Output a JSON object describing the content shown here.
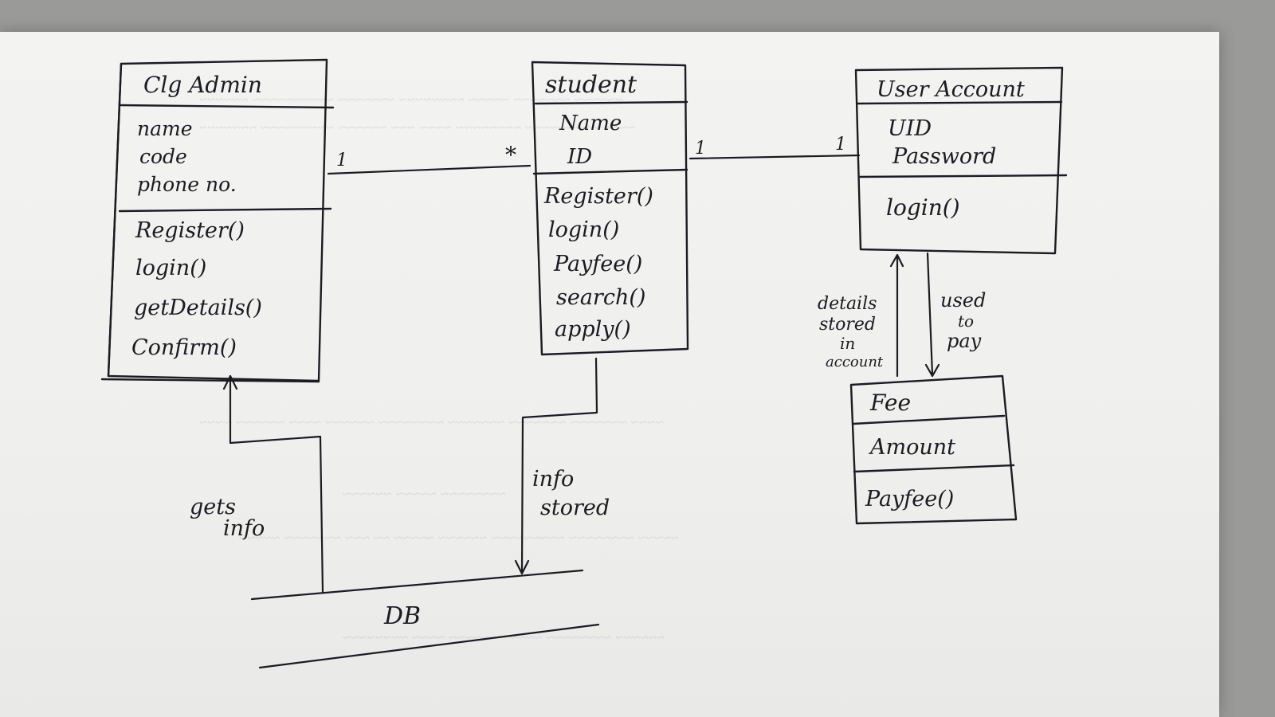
{
  "diagram": {
    "classes": {
      "clg_admin": {
        "name": "Clg Admin",
        "attributes": [
          "name",
          "code",
          "phone no."
        ],
        "methods": [
          "Register()",
          "login()",
          "getDetails()",
          "Confirm()"
        ]
      },
      "student": {
        "name": "student",
        "attributes": [
          "Name",
          "ID"
        ],
        "methods": [
          "Register()",
          "login()",
          "Payfee()",
          "search()",
          "apply()"
        ]
      },
      "user_account": {
        "name": "User Account",
        "attributes": [
          "UID",
          "Password"
        ],
        "methods": [
          "login()"
        ]
      },
      "fee": {
        "name": "Fee",
        "attributes": [
          "Amount"
        ],
        "methods": [
          "Payfee()"
        ]
      }
    },
    "associations": {
      "admin_student": {
        "left_multiplicity": "1",
        "right_multiplicity": "*"
      },
      "student_account": {
        "left_multiplicity": "1",
        "right_multiplicity": "1"
      }
    },
    "labels": {
      "details_stored": [
        "details",
        "stored",
        "in",
        "account"
      ],
      "used_to_pay": [
        "used",
        "to",
        "pay"
      ],
      "gets_info": [
        "gets",
        "info"
      ],
      "info_stored": [
        "info",
        "stored"
      ]
    },
    "datastore": {
      "name": "DB"
    }
  }
}
